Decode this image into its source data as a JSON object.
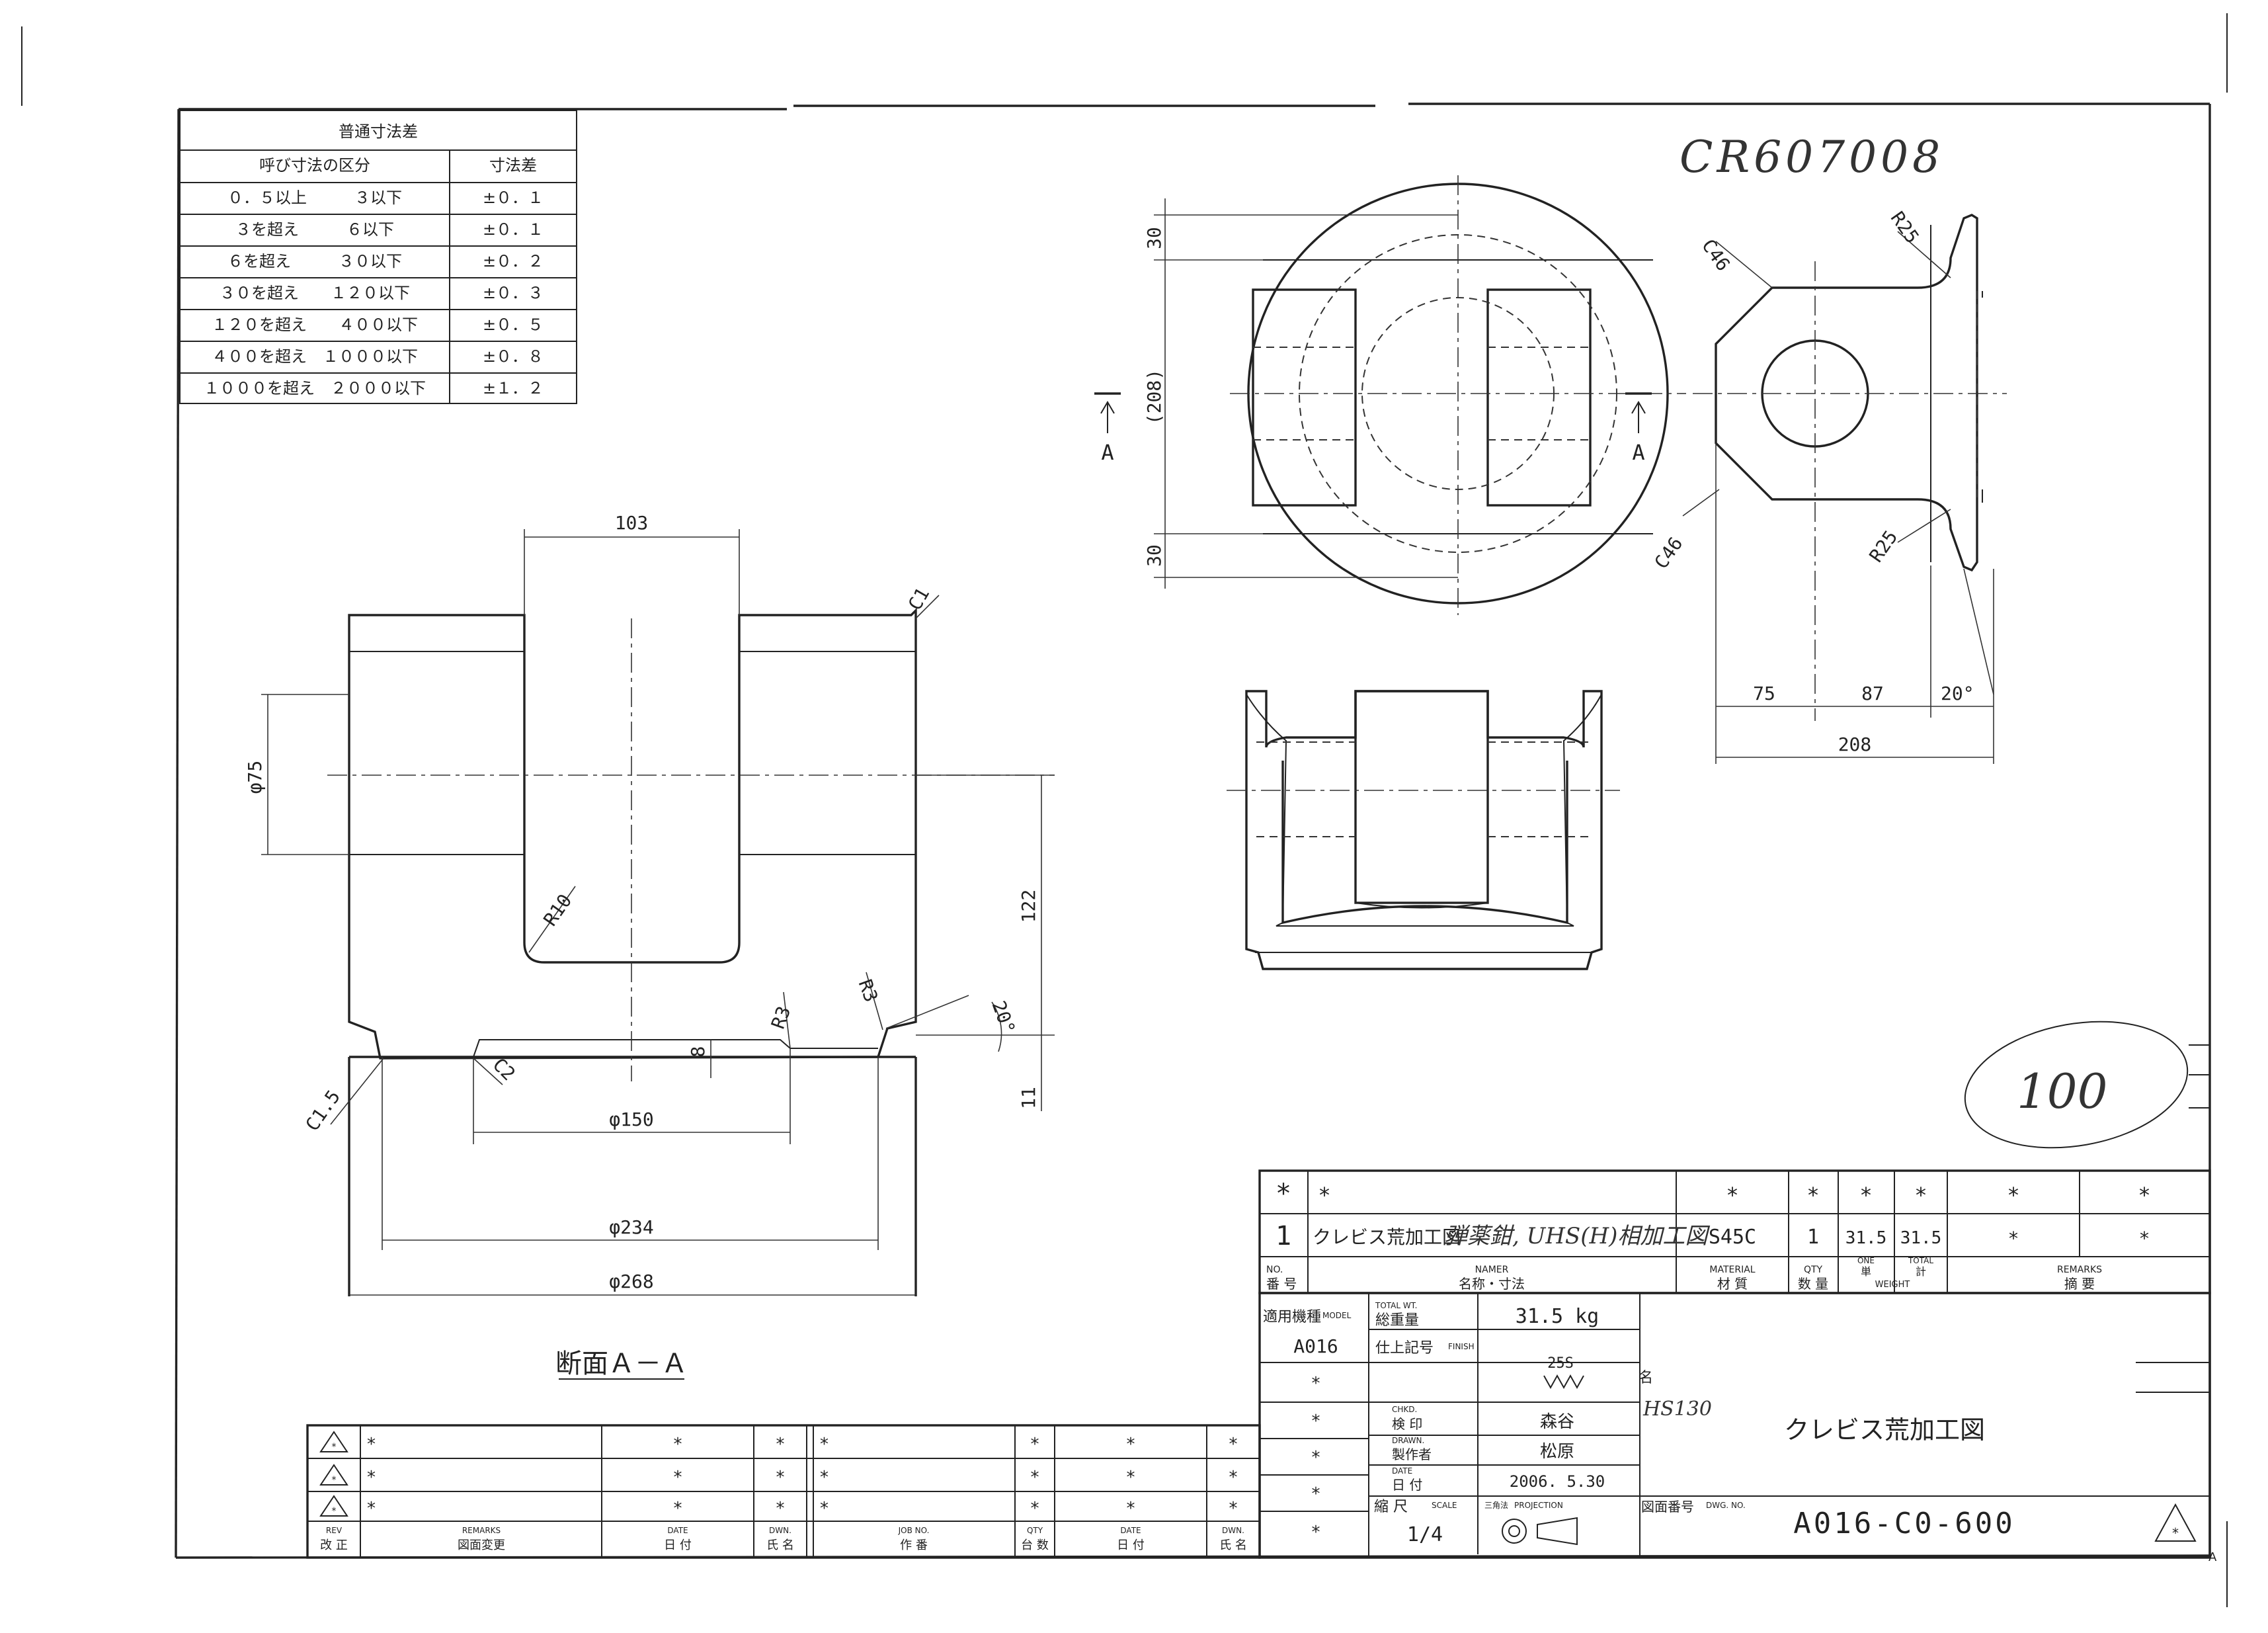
{
  "tolerance_table": {
    "title": "普通寸法差",
    "col_range": "呼び寸法の区分",
    "col_tol": "寸法差",
    "rows": [
      {
        "range": "０．５以上　　　３以下",
        "tol": "±０．１"
      },
      {
        "range": "３を超え　　　６以下",
        "tol": "±０．１"
      },
      {
        "range": "６を超え　　　３０以下",
        "tol": "±０．２"
      },
      {
        "range": "３０を超え　　１２０以下",
        "tol": "±０．３"
      },
      {
        "range": "１２０を超え　　４００以下",
        "tol": "±０．５"
      },
      {
        "range": "４００を超え　１０００以下",
        "tol": "±０．８"
      },
      {
        "range": "１０００を超え　２０００以下",
        "tol": "±１．２"
      }
    ]
  },
  "handwriting": {
    "code": "CR607008",
    "circled": "100",
    "title_note": "弾薬鉗, UHS(H)相加工図",
    "note2": "HS130"
  },
  "dimensions": {
    "w103": "103",
    "c1": "C1",
    "d75": "φ75",
    "r10": "R10",
    "d122": "122",
    "r3a": "R3",
    "r3b": "R3",
    "a20": "20°",
    "d8": "8",
    "d11": "11",
    "c15": "C1.5",
    "c2": "C2",
    "d150": "φ150",
    "d234": "φ234",
    "d268": "φ268",
    "section_label": "断面Ａ－Ａ",
    "top30": "30",
    "mid208": "(208)",
    "bot30": "30",
    "a_left": "A",
    "a_right": "A",
    "c46a": "C46",
    "c46b": "C46",
    "r25a": "R25",
    "r25b": "R25",
    "s75": "75",
    "s87": "87",
    "s20": "20°",
    "s208": "208"
  },
  "parts_list": {
    "star": "*",
    "row1": {
      "no": "1",
      "name": "クレビス荒加工図",
      "material": "S45C",
      "qty": "1",
      "one": "31.5",
      "total": "31.5",
      "r1": "*",
      "r2": "*"
    },
    "hdr_no": "NO.",
    "hdr_no_jp": "番 号",
    "hdr_name": "NAMER",
    "hdr_name_jp": "名称・寸法",
    "hdr_material": "MATERIAL",
    "hdr_material_jp": "材 質",
    "hdr_qty": "QTY",
    "hdr_qty_jp": "数 量",
    "hdr_one": "ONE",
    "hdr_one_jp": "単",
    "hdr_total": "TOTAL",
    "hdr_total_jp": "計",
    "hdr_weight": "WEIGHT",
    "hdr_remarks": "REMARKS",
    "hdr_remarks_jp": "摘 要"
  },
  "title_block": {
    "model_label": "適用機種",
    "model_en": "MODEL",
    "model": "A016",
    "totalwt_label": "総重量",
    "totalwt_en": "TOTAL WT.",
    "totalwt": "31.5 kg",
    "finish_label": "仕上記号",
    "finish_en": "FINISH",
    "finish": "25S",
    "chkd_en": "CHKD.",
    "chkd_jp": "検 印",
    "chkd": "森谷",
    "drawn_en": "DRAWN.",
    "drawn_jp": "製作者",
    "drawn": "松原",
    "date_en": "DATE",
    "date_jp": "日 付",
    "date": "2006. 5.30",
    "scale_label": "縮 尺",
    "scale_en": "SCALE",
    "scale": "1/4",
    "proj_label": "三角法",
    "proj_en": "PROJECTION",
    "dwgno_label": "図面番号",
    "dwgno_en": "DWG. NO.",
    "dwgno": "A016-C0-600",
    "name_label": "名",
    "title": "クレビス荒加工図",
    "col_star": "*"
  },
  "revision_block": {
    "star": "*",
    "rev_en": "REV",
    "rev_jp": "改 正",
    "remarks_en": "REMARKS",
    "remarks_jp": "図面変更",
    "date_en": "DATE",
    "date_jp": "日 付",
    "dwn_en": "DWN.",
    "dwn_jp": "氏 名",
    "job_en": "JOB NO.",
    "job_jp": "作 番",
    "qty_en": "QTY",
    "qty_jp": "台 数",
    "date2_en": "DATE",
    "date2_jp": "日 付",
    "dwn2_en": "DWN.",
    "dwn2_jp": "氏 名"
  },
  "corner_mark": "A"
}
